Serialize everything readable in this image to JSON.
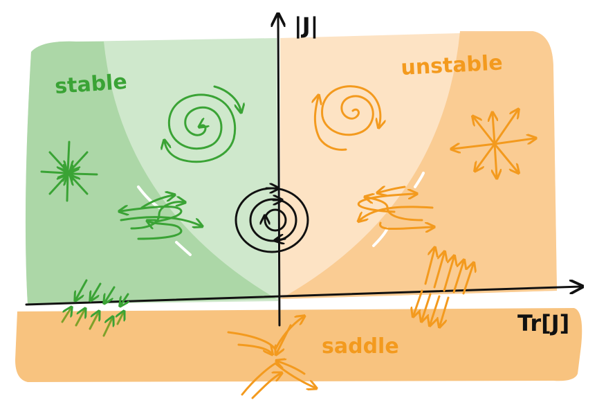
{
  "axes": {
    "y_label": "|J|",
    "x_label": "Tr[J]"
  },
  "regions": {
    "stable": "stable",
    "unstable": "unstable",
    "saddle": "saddle"
  },
  "colors": {
    "stable_light": "#cfe8cc",
    "stable_dark": "#a6d3a0",
    "unstable_light": "#fde3c4",
    "unstable_dark": "#f9c98e",
    "saddle_fill": "#f8c37f",
    "stable_stroke": "#3aa335",
    "unstable_stroke": "#f39a1e",
    "center_stroke": "#111111",
    "axis": "#111111"
  },
  "icons": [
    "stable-spiral-icon",
    "stable-node-icon",
    "stable-degenerate-node-icon",
    "stable-star-icon",
    "center-icon",
    "unstable-spiral-icon",
    "unstable-node-icon",
    "unstable-degenerate-node-icon",
    "unstable-star-icon",
    "saddle-icon"
  ]
}
